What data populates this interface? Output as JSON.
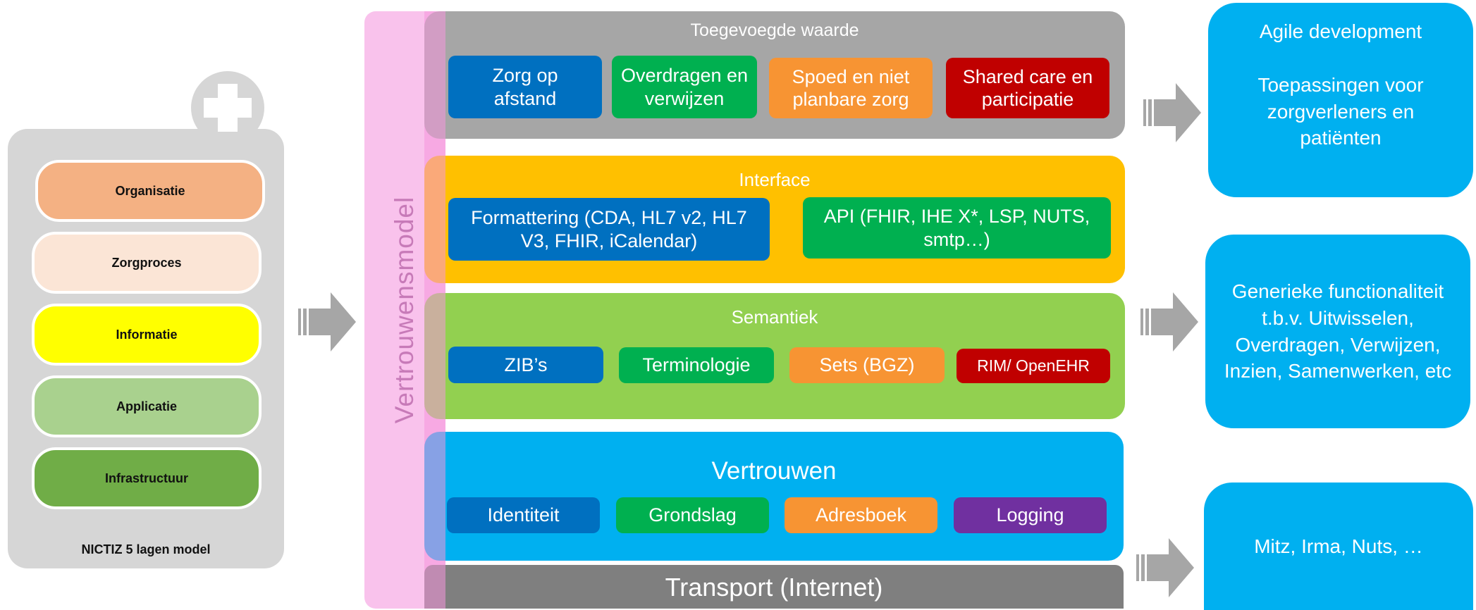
{
  "left": {
    "layers": [
      "Organisatie",
      "Zorgproces",
      "Informatie",
      "Applicatie",
      "Infrastructuur"
    ],
    "caption": "NICTIZ 5 lagen model"
  },
  "band": {
    "label": "Vertrouwensmodel"
  },
  "toegevoegd": {
    "title": "Toegevoegde  waarde",
    "tiles": [
      "Zorg op afstand",
      "Overdragen en verwijzen",
      "Spoed en niet planbare zorg",
      "Shared care en participatie"
    ]
  },
  "interface": {
    "title": "Interface",
    "tiles": [
      "Formattering (CDA, HL7 v2, HL7 V3, FHIR, iCalendar)",
      "API  (FHIR, IHE X*, LSP, NUTS, smtp…)"
    ]
  },
  "semantiek": {
    "title": "Semantiek",
    "tiles": [
      "ZIB’s",
      "Terminologie",
      "Sets (BGZ)",
      "RIM/ OpenEHR"
    ]
  },
  "vertrouwen": {
    "title": "Vertrouwen",
    "tiles": [
      "Identiteit",
      "Grondslag",
      "Adresboek",
      "Logging"
    ]
  },
  "transport": {
    "title": "Transport (Internet)"
  },
  "right": {
    "box1_line1": "Agile development",
    "box1_line2": "Toepassingen voor zorgverleners en patiënten",
    "box2": "Generieke functionaliteit t.b.v. Uitwisselen, Overdragen, Verwijzen, Inzien, Samenwerken, etc",
    "box3": "Mitz, Irma, Nuts, …"
  },
  "colors": {
    "blue": "#0070c0",
    "green": "#00b050",
    "orange": "#f79433",
    "red": "#c00000",
    "grey": "#a6a6a6",
    "yellow": "#ffc000",
    "lightgreen": "#92d050",
    "cyan": "#00b0f0",
    "purple": "#7030a0"
  }
}
